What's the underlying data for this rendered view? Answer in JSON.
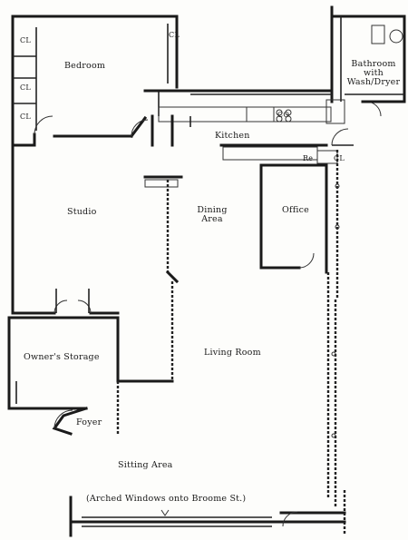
{
  "rooms": {
    "bedroom": "Bedroom",
    "bathroom": "Bathroom",
    "bathroom_with": "with",
    "bathroom_wash": "Wash/Dryer",
    "kitchen": "Kitchen",
    "studio": "Studio",
    "dining": "Dining",
    "dining_area": "Area",
    "office": "Office",
    "owners_storage": "Owner's Storage",
    "living_room": "Living Room",
    "foyer": "Foyer",
    "sitting_area": "Sitting Area"
  },
  "closets": {
    "cl1": "CL",
    "cl2": "CL",
    "cl3": "CL",
    "cl4": "CL",
    "cl_kitchen": "CL"
  },
  "fixtures": {
    "refrigerator": "Re",
    "cooktop": "CO"
  },
  "notes": {
    "windows": "(Arched Windows onto Broome St.)"
  }
}
